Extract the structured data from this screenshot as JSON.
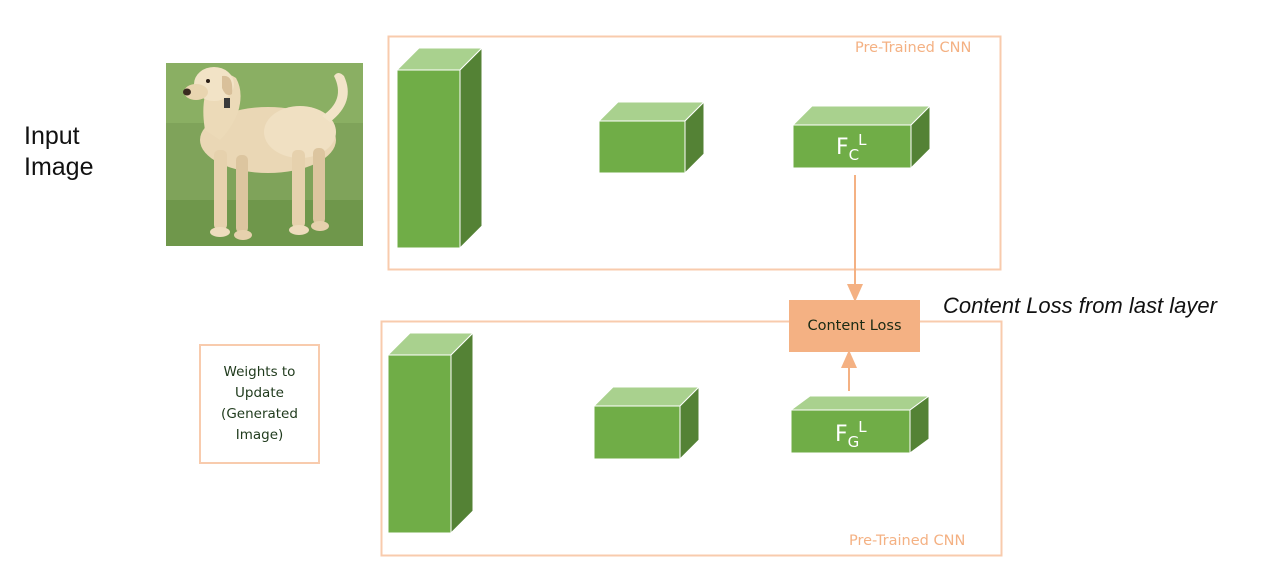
{
  "input_label": "Input\nImage",
  "top_panel": {
    "caption": "Pre-Trained CNN"
  },
  "bottom_panel": {
    "caption": "Pre-Trained CNN"
  },
  "weights_box": {
    "text": "Weights to\nUpdate\n(Generated\nImage)"
  },
  "content_loss": {
    "label": "Content Loss"
  },
  "content_loss_caption": "Content Loss from last layer",
  "feature_top": {
    "base": "F",
    "sub": "C",
    "sup": "L"
  },
  "feature_bottom": {
    "base": "F",
    "sub": "G",
    "sup": "L"
  },
  "colors": {
    "block_front": "#70ad47",
    "block_side": "#548235",
    "block_top": "#a9d18e",
    "panel_border": "#f8cbad",
    "loss_fill": "#f4b183",
    "arrow": "#f4b183"
  }
}
